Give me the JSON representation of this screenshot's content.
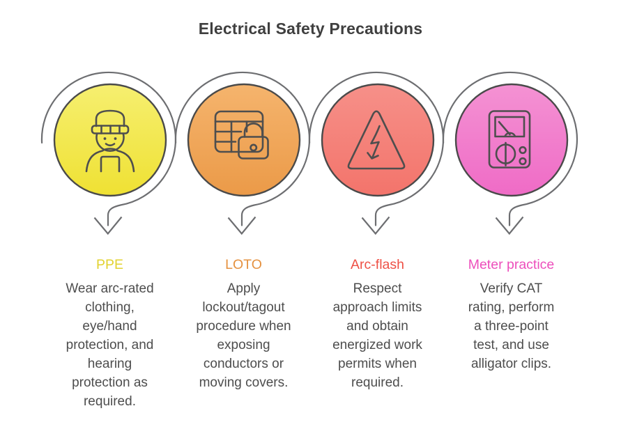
{
  "title": "Electrical Safety Precautions",
  "colors": {
    "title_text": "#3f3f3f",
    "body_text": "#4d4d4d",
    "swirl_gray": "#6d6e71",
    "circle_outline": "#4a4a4a"
  },
  "items": [
    {
      "label": "PPE",
      "label_color": "#e2d22f",
      "icon": "worker-icon",
      "gradient_top": "#f6ef70",
      "gradient_bottom": "#efe133",
      "description": [
        "Wear arc-rated",
        "clothing,",
        "eye/hand",
        "protection, and",
        "hearing",
        "protection as",
        "required."
      ]
    },
    {
      "label": "LOTO",
      "label_color": "#e5913f",
      "icon": "lockout-panel-icon",
      "gradient_top": "#f5b46d",
      "gradient_bottom": "#eb9a48",
      "description": [
        "Apply",
        "lockout/tagout",
        "procedure when",
        "exposing",
        "conductors or",
        "moving covers."
      ]
    },
    {
      "label": "Arc-flash",
      "label_color": "#ee5045",
      "icon": "arc-flash-icon",
      "gradient_top": "#f69089",
      "gradient_bottom": "#f3746b",
      "description": [
        "Respect",
        "approach limits",
        "and obtain",
        "energized work",
        "permits when",
        "required."
      ]
    },
    {
      "label": "Meter practice",
      "label_color": "#ed4fbc",
      "icon": "multimeter-icon",
      "gradient_top": "#f492d3",
      "gradient_bottom": "#ef6bc6",
      "description": [
        "Verify CAT",
        "rating, perform",
        "a three-point",
        "test, and use",
        "alligator clips."
      ]
    }
  ]
}
